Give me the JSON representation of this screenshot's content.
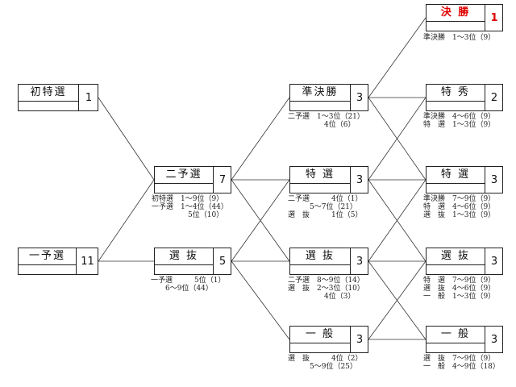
{
  "nodes": [
    {
      "id": "final",
      "label": "決 勝",
      "count": "1",
      "notes": [
        "準決勝　1～3位（9）"
      ]
    },
    {
      "id": "hatsu",
      "label": "初特選",
      "count": "1",
      "notes": []
    },
    {
      "id": "ichiyo",
      "label": "一予選",
      "count": "11",
      "notes": []
    },
    {
      "id": "niyo",
      "label": "二予選",
      "count": "7",
      "notes": [
        "初特選　1～9位（9）",
        "一予選　1～4位（44）",
        "　　　　　5位（10）"
      ]
    },
    {
      "id": "senbatsu1",
      "label": "選 抜",
      "count": "5",
      "notes": [
        "一予選　　　5位（1）",
        "　　6～9位（44）"
      ]
    },
    {
      "id": "junkesshou",
      "label": "準決勝",
      "count": "3",
      "notes": [
        "二予選　1～3位（21）",
        "　　　　　4位（6）"
      ]
    },
    {
      "id": "tokusen",
      "label": "特 選",
      "count": "3",
      "notes": [
        "二予選　　　4位（1）",
        "　　　5～7位（21）",
        "選　抜　　　1位（5）"
      ]
    },
    {
      "id": "senbatsu2",
      "label": "選 抜",
      "count": "3",
      "notes": [
        "二予選　8～9位（14）",
        "選　抜　2～3位（10）",
        "　　　　　4位（3）"
      ]
    },
    {
      "id": "ippan1",
      "label": "一 般",
      "count": "3",
      "notes": [
        "選　抜　　　4位（2）",
        "　　　5～9位（25）"
      ]
    },
    {
      "id": "tokushuu",
      "label": "特 秀",
      "count": "2",
      "notes": [
        "準決勝　4～6位（9）",
        "特　選　1～3位（9）"
      ]
    },
    {
      "id": "tokusen2",
      "label": "特 選",
      "count": "3",
      "notes": [
        "準決勝　7～9位（9）",
        "特　選　4～6位（9）",
        "選　抜　1～3位（9）"
      ]
    },
    {
      "id": "senbatsu3",
      "label": "選 抜",
      "count": "3",
      "notes": [
        "特　選　7～9位（9）",
        "選　抜　4～6位（9）",
        "一　般　1～3位（9）"
      ]
    },
    {
      "id": "ippan2",
      "label": "一 般",
      "count": "3",
      "notes": [
        "選　抜　7～9位（9）",
        "一　般　4～9位（18）"
      ]
    }
  ],
  "edges": [
    [
      "hatsu",
      "niyo"
    ],
    [
      "ichiyo",
      "niyo"
    ],
    [
      "ichiyo",
      "senbatsu1"
    ],
    [
      "niyo",
      "junkesshou"
    ],
    [
      "niyo",
      "tokusen"
    ],
    [
      "niyo",
      "senbatsu2"
    ],
    [
      "senbatsu1",
      "tokusen"
    ],
    [
      "senbatsu1",
      "senbatsu2"
    ],
    [
      "senbatsu1",
      "ippan1"
    ],
    [
      "junkesshou",
      "final"
    ],
    [
      "junkesshou",
      "tokushuu"
    ],
    [
      "junkesshou",
      "tokusen2"
    ],
    [
      "tokusen",
      "tokushuu"
    ],
    [
      "tokusen",
      "tokusen2"
    ],
    [
      "tokusen",
      "senbatsu3"
    ],
    [
      "senbatsu2",
      "tokusen2"
    ],
    [
      "senbatsu2",
      "senbatsu3"
    ],
    [
      "senbatsu2",
      "ippan2"
    ],
    [
      "ippan1",
      "senbatsu3"
    ],
    [
      "ippan1",
      "ippan2"
    ]
  ],
  "colors": {
    "final": "#e00000",
    "line": "#333333"
  }
}
